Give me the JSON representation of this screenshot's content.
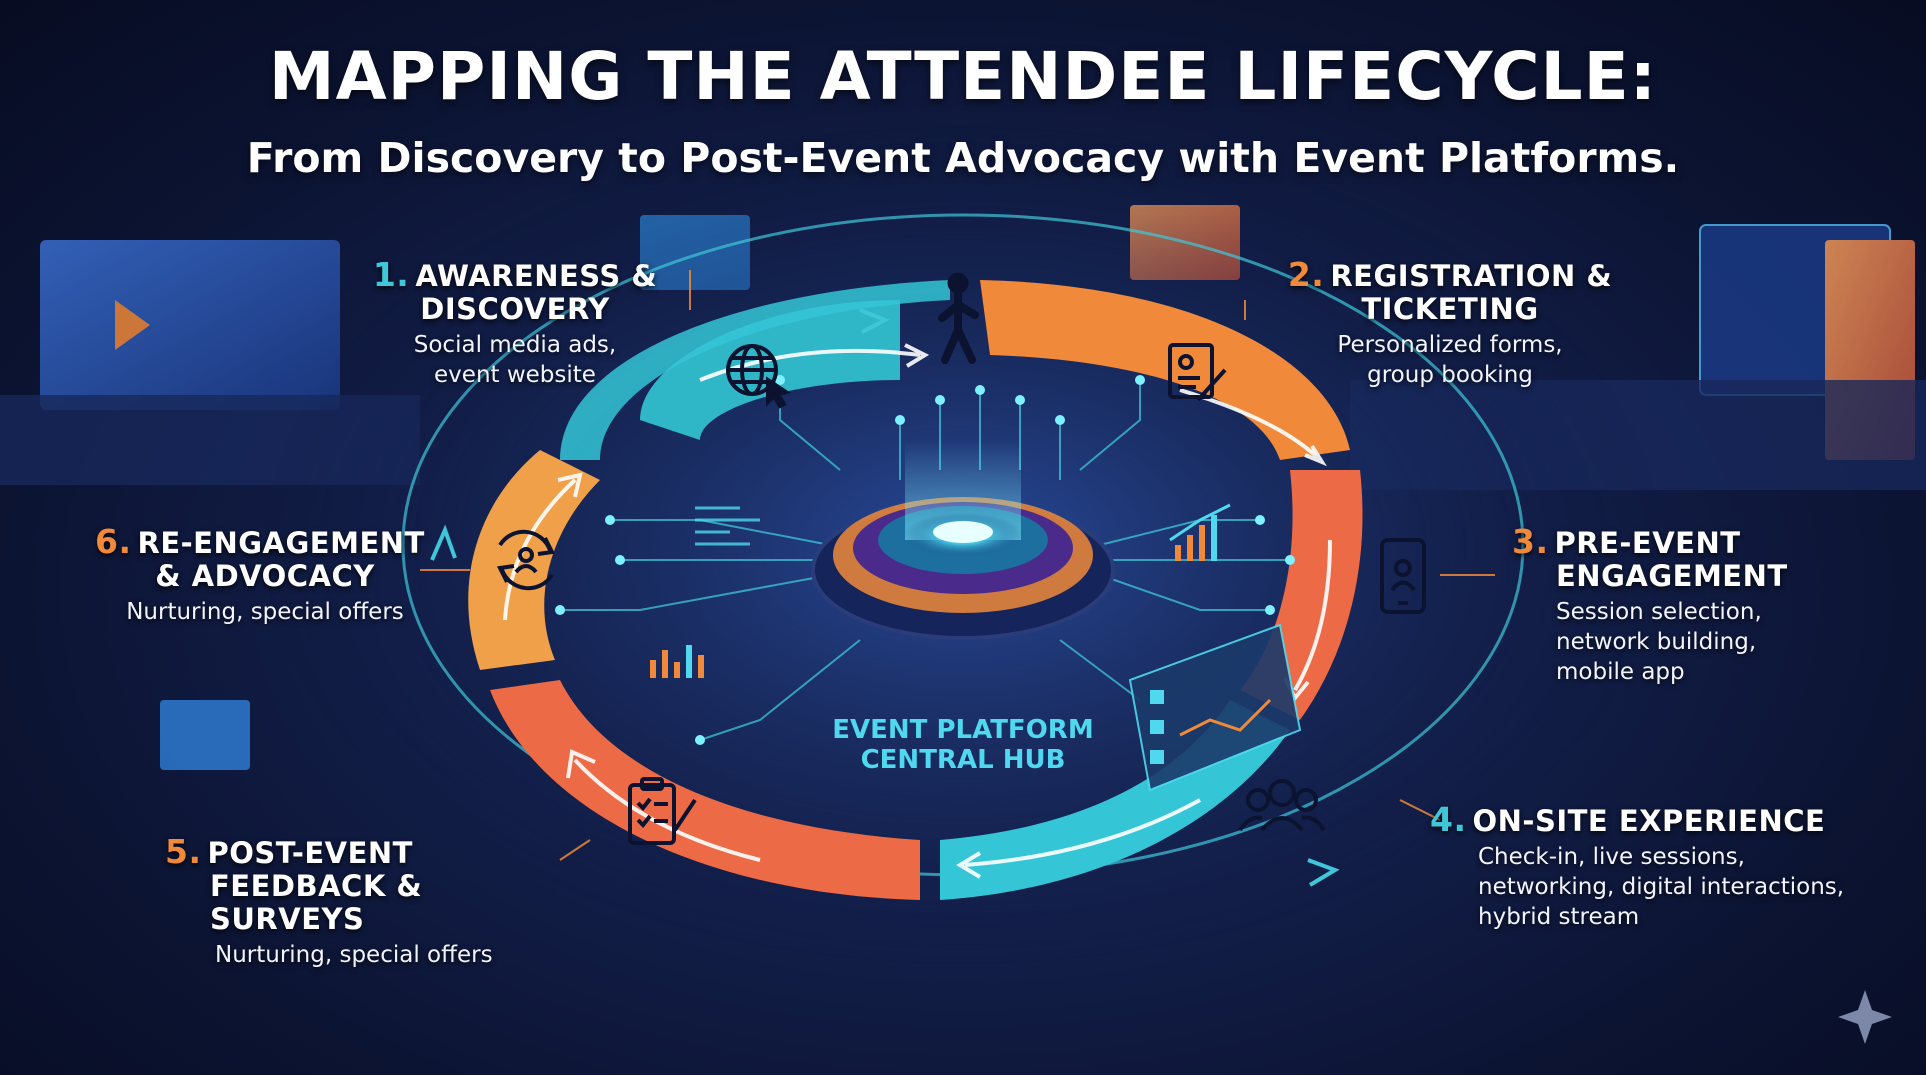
{
  "title": "MAPPING THE ATTENDEE LIFECYCLE:",
  "subtitle": "From Discovery to Post-Event Advocacy with Event Platforms.",
  "hub": {
    "line1": "EVENT PLATFORM",
    "line2": "CENTRAL HUB"
  },
  "colors": {
    "teal": "#34c6d6",
    "orange": "#f08a3a",
    "coral": "#ec6a45",
    "number_teal": "#3fc7d9",
    "number_orange": "#f08a3a"
  },
  "stages": [
    {
      "number": "1.",
      "title_line1": "AWARENESS &",
      "title_line2": "DISCOVERY",
      "desc_line1": "Social media ads,",
      "desc_line2": "event website",
      "icon": "globe-cursor-icon"
    },
    {
      "number": "2.",
      "title_line1": "REGISTRATION &",
      "title_line2": "TICKETING",
      "desc_line1": "Personalized forms,",
      "desc_line2": "group booking",
      "icon": "form-pen-icon"
    },
    {
      "number": "3.",
      "title_line1": "PRE-EVENT",
      "title_line2": "ENGAGEMENT",
      "desc_line1": "Session selection,",
      "desc_line2": "network building,",
      "desc_line3": "mobile app",
      "icon": "mobile-app-icon"
    },
    {
      "number": "4.",
      "title_line1": "ON-SITE EXPERIENCE",
      "desc_line1": "Check-in, live sessions,",
      "desc_line2": "networking, digital interactions,",
      "desc_line3": "hybrid stream",
      "icon": "people-group-icon"
    },
    {
      "number": "5.",
      "title_line1": "POST-EVENT",
      "title_line2": "FEEDBACK & SURVEYS",
      "desc_line1": "Nurturing, special offers",
      "icon": "clipboard-checklist-icon"
    },
    {
      "number": "6.",
      "title_line1": "RE-ENGAGEMENT",
      "title_line2": "& ADVOCACY",
      "desc_line1": "Nurturing, special offers",
      "icon": "refresh-people-icon"
    }
  ]
}
